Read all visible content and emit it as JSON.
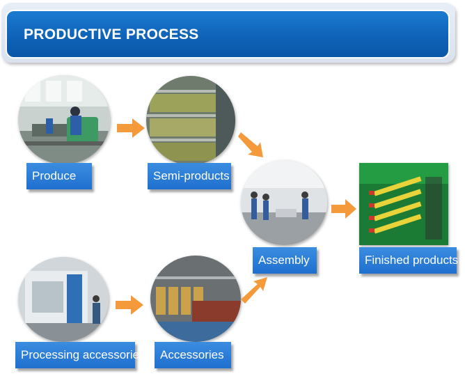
{
  "header": {
    "title": "PRODUCTIVE PROCESS"
  },
  "steps": {
    "produce": "Produce",
    "semi_products": "Semi-products",
    "assembly": "Assembly",
    "finished_products": "Finished products",
    "processing_accessories": "Processing accessories",
    "accessories": "Accessories"
  },
  "colors": {
    "header_blue": "#0f63b8",
    "label_blue": "#2a7ad6",
    "arrow_orange": "#f59a3a"
  },
  "icons": [
    "arrow-right-icon",
    "arrow-down-right-icon",
    "arrow-up-right-icon"
  ]
}
